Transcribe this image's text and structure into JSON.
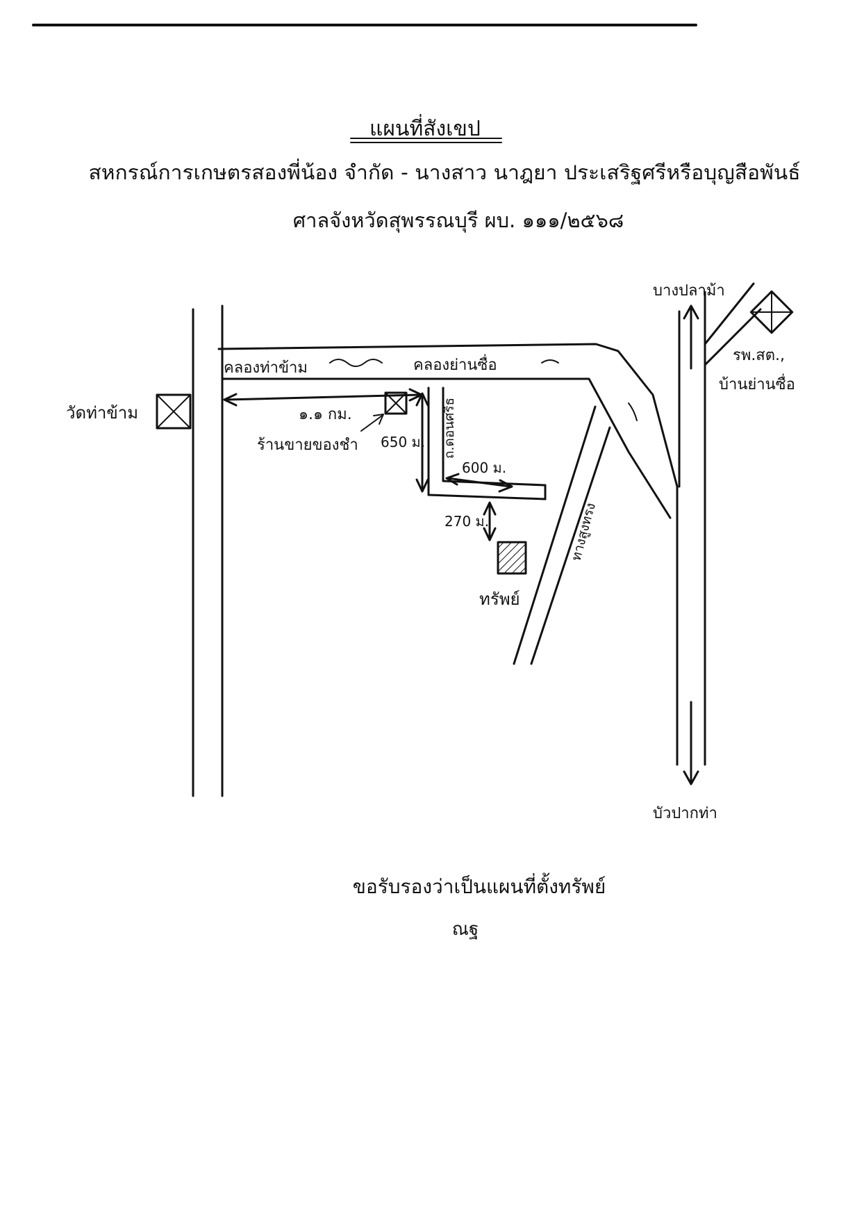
{
  "header": {
    "title": "แผนที่สังเขป",
    "subtitle": "สหกรณ์การเกษตรสองพี่น้อง จำกัด - นางสาว นาฎยา ประเสริฐศรีหรือบุญสือพันธ์",
    "case_line": "ศาลจังหวัดสุพรรณบุรี ผบ. ๑๑๑/๒๕๖๘"
  },
  "map": {
    "canal_west": "คลองท่าข้าม",
    "canal_east": "คลองย่านซื่อ",
    "temple": "วัดท่าข้าม",
    "distance_from_temple_road": "๑.๑ กม.",
    "shop": "ร้านขายของชำ",
    "distance_650": "650 ม.",
    "small_road": "ถ.ดอนศรีธ",
    "distance_600": "600 ม.",
    "distance_270": "270 ม.",
    "property": "ทรัพย์",
    "road_diag": "ทางสูงทรง",
    "to_north": "บางปลาม้า",
    "to_south": "บัวปากท่า",
    "hospital": "รพ.สต.,",
    "hospital_2": "บ้านย่านซื่อ"
  },
  "footer": {
    "certify": "ขอรับรองว่าเป็นแผนที่ตั้งทรัพย์",
    "signature": "ณฐ"
  }
}
